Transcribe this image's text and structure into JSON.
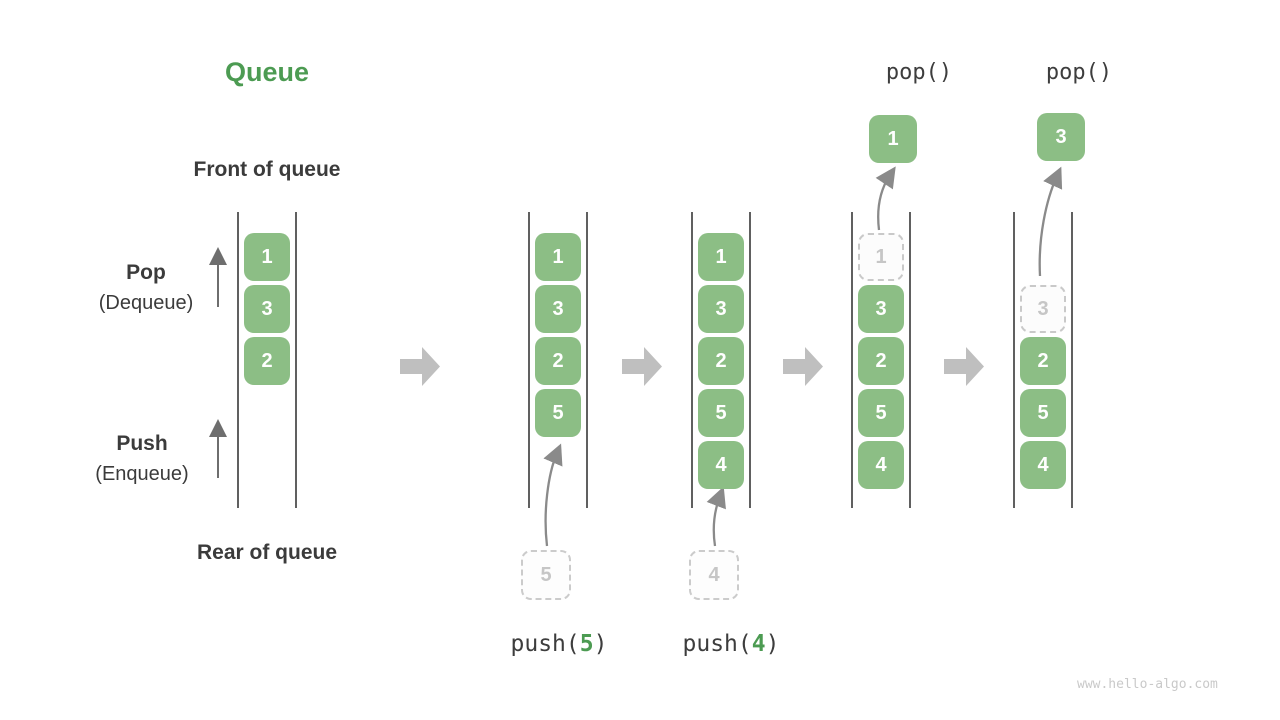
{
  "title": "Queue",
  "labels": {
    "front": "Front of queue",
    "rear": "Rear of queue",
    "pop_main": "Pop",
    "pop_sub": "(Dequeue)",
    "push_main": "Push",
    "push_sub": "(Enqueue)"
  },
  "pop_labels": [
    "pop()",
    "pop()"
  ],
  "push_ops": [
    {
      "pre": "push(",
      "arg": "5",
      "post": ")"
    },
    {
      "pre": "push(",
      "arg": "4",
      "post": ")"
    }
  ],
  "columns": [
    {
      "boxes": [
        {
          "value": "1"
        },
        {
          "value": "3"
        },
        {
          "value": "2"
        }
      ]
    },
    {
      "boxes": [
        {
          "value": "1"
        },
        {
          "value": "3"
        },
        {
          "value": "2"
        },
        {
          "value": "5"
        }
      ],
      "incoming": "5"
    },
    {
      "boxes": [
        {
          "value": "1"
        },
        {
          "value": "3"
        },
        {
          "value": "2"
        },
        {
          "value": "5"
        },
        {
          "value": "4"
        }
      ],
      "incoming": "4"
    },
    {
      "boxes": [
        {
          "value": "1",
          "ghost": true
        },
        {
          "value": "3"
        },
        {
          "value": "2"
        },
        {
          "value": "5"
        },
        {
          "value": "4"
        }
      ],
      "popped": "1"
    },
    {
      "boxes": [
        {
          "value": "3",
          "ghost": true
        },
        {
          "value": "2"
        },
        {
          "value": "5"
        },
        {
          "value": "4"
        }
      ],
      "popped": "3"
    }
  ],
  "colors": {
    "box_green": "#8CBE85",
    "accent_green": "#4C9B52",
    "text_dark": "#3B3B3B",
    "block_arrow_gray": "#BFBFBF",
    "thin_arrow_gray": "#8A8A8A",
    "ghost_gray": "#C9C9C9",
    "rail_dark": "#606060",
    "watermark_gray": "#C9C9C9"
  },
  "watermark": "www.hello-algo.com"
}
